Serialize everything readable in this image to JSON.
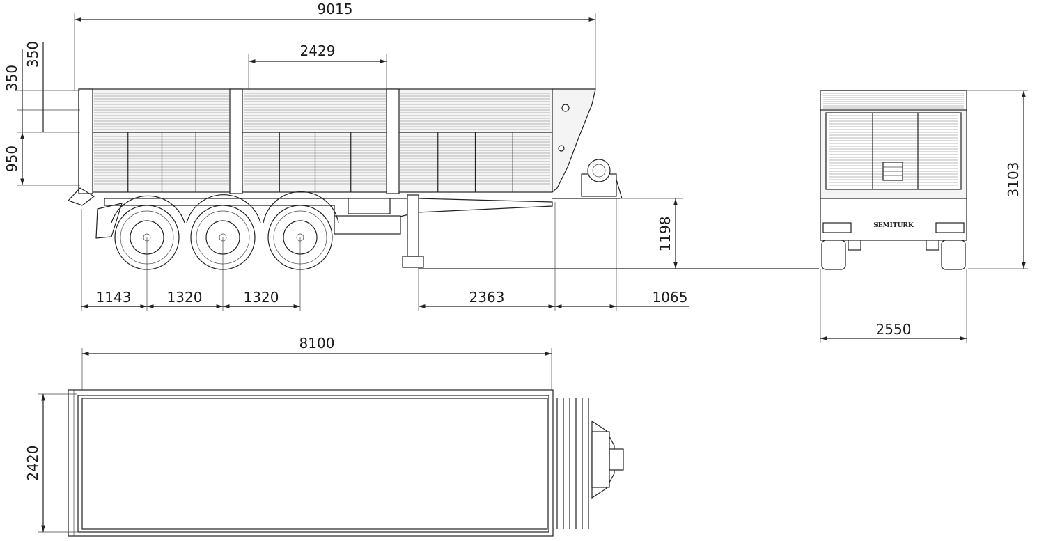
{
  "dimensions": {
    "overall_length": "9015",
    "top_panel_width": "2429",
    "upper_panel_height": "350",
    "upper_panel_height_2": "350",
    "lower_panel_height": "950",
    "rear_overhang": "1143",
    "axle_spacing_1": "1320",
    "axle_spacing_2": "1320",
    "landing_gear_to_kingpin": "2363",
    "kingpin_to_front": "1065",
    "deck_height": "1198",
    "overall_height": "3103",
    "overall_width": "2550",
    "body_length": "8100",
    "body_width": "2420"
  },
  "branding": {
    "rear_logo_text": "SEMITURK"
  }
}
